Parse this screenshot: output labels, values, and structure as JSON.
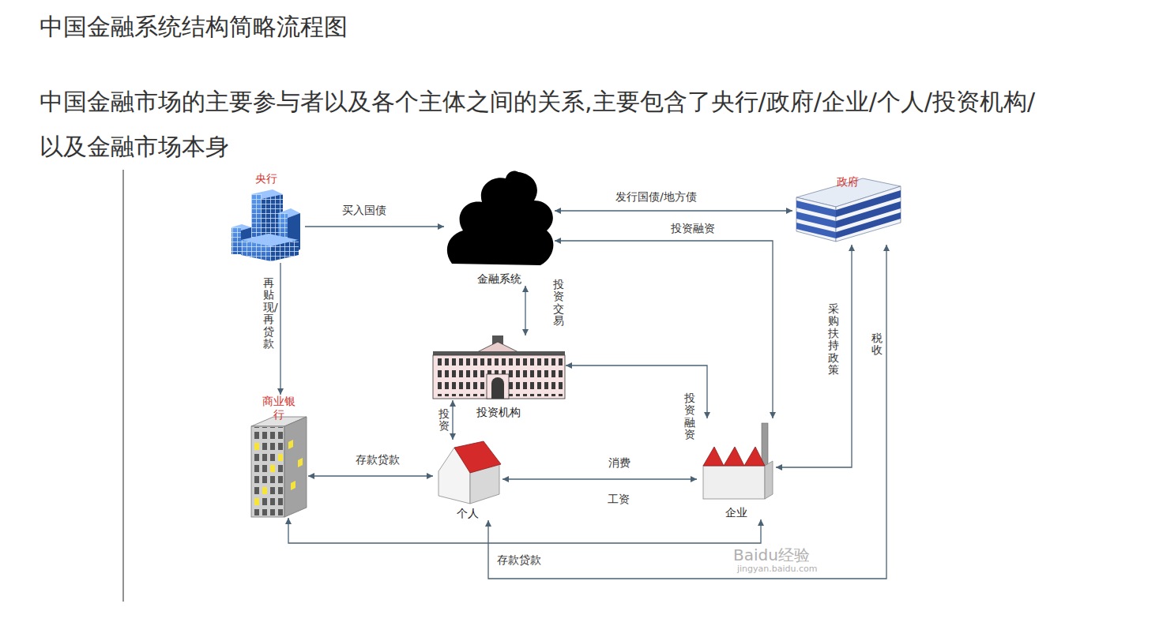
{
  "diagram": {
    "title": "中国金融系统结构简略流程图",
    "nodes": [
      {
        "text": [
          "央行"
        ]
      },
      {
        "text": [
          "金融系统"
        ]
      },
      {
        "text": [
          "政府"
        ]
      },
      {
        "text": [
          "投资机构"
        ]
      },
      {
        "text": [
          "商业银行"
        ]
      },
      {
        "text": [
          "个人"
        ]
      },
      {
        "text": [
          "企业"
        ]
      }
    ],
    "edges": [
      {
        "from": 0,
        "to": 1,
        "label": "买入国债",
        "arrow": "to"
      },
      {
        "from": 1,
        "to": 2,
        "label": "发行国债/地方债",
        "arrow": "both"
      },
      {
        "from": 1,
        "to": 6,
        "label": "投资融资",
        "arrow": "both"
      },
      {
        "from": 0,
        "to": 4,
        "label": "再贴现/再贷款",
        "arrow": "to"
      },
      {
        "from": 1,
        "to": 3,
        "label": "投资交易",
        "arrow": "both"
      },
      {
        "from": 3,
        "to": 6,
        "label": "投资融资",
        "arrow": "both"
      },
      {
        "from": 3,
        "to": 5,
        "label": "投资",
        "arrow": "both"
      },
      {
        "from": 2,
        "to": 6,
        "label": "采购扶持政策",
        "arrow": "both"
      },
      {
        "from": 4,
        "to": 5,
        "label": "存款贷款",
        "arrow": "both"
      },
      {
        "from": 5,
        "to": 6,
        "label": "消费",
        "arrow": "both"
      },
      {
        "from": 4,
        "to": 6,
        "label": "存款贷款",
        "arrow": "both"
      },
      {
        "from": 5,
        "to": 2,
        "label": "税收",
        "arrow": "both"
      }
    ],
    "labels": [
      "中国金融市场的主要参与者以及各个主体之间的关系,主要包含了央行/政府/企业/个人/投资机构/以及金融市场本身",
      "工资",
      "Baidu经验",
      "jingyan.baidu.com"
    ]
  }
}
